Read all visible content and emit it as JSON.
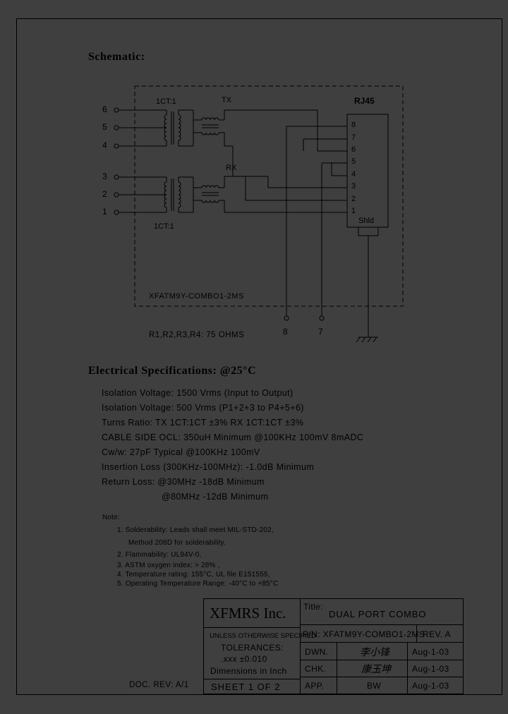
{
  "schematic": {
    "title": "Schematic:",
    "left_pins_top": [
      "6",
      "5",
      "4"
    ],
    "left_pins_bottom": [
      "3",
      "2",
      "1"
    ],
    "ratio_top": "1CT:1",
    "ratio_bottom": "1CT:1",
    "tx_label": "TX",
    "rx_label": "RX",
    "connector_label": "RJ45",
    "connector_pins": [
      "8",
      "7",
      "6",
      "5",
      "4",
      "3",
      "2",
      "1"
    ],
    "shield_label": "Shld",
    "part_label": "XFATM9Y-COMBO1-2MS",
    "bottom_pins": [
      "8",
      "7"
    ],
    "resistors_note": "R1,R2,R3,R4: 75 OHMS"
  },
  "electrical": {
    "title": "Electrical   Specifications: @25°C",
    "lines": [
      "Isolation Voltage:  1500 Vrms (Input to Output)",
      "Isolation Voltage:  500 Vrms (P1+2+3 to P4+5+6)",
      "Turns Ratio: TX 1CT:1CT ±3% RX 1CT:1CT ±3%",
      "CABLE SIDE OCL: 350uH Minimum @100KHz 100mV 8mADC",
      "Cw/w: 27pF Typical @100KHz 100mV",
      "Insertion Loss (300KHz-100MHz): -1.0dB Minimum",
      "Return Loss: @30MHz   -18dB Minimum",
      "@80MHz   -12dB Minimum"
    ]
  },
  "notes": {
    "title": "Note:",
    "items": [
      "1. Solderability: Leads shall meet MIL-STD-202,",
      "Method 208D for solderability.",
      "2. Flammability: UL94V-0,",
      "3. ASTM oxygen index: > 28% ,",
      "4. Temperature rating: 155°C, UL file E151555,",
      "5. Operating Temperature Range: -40°C to +85°C"
    ]
  },
  "title_block": {
    "company": "XFMRS Inc.",
    "title_label": "Title:",
    "title_value": "DUAL PORT COMBO",
    "unless": "UNLESS OTHERWISE SPECIFIED",
    "tolerances": "TOLERANCES:",
    "tol_value": ".xxx ±0.010",
    "dimensions": "Dimensions in Inch",
    "sheet": "SHEET 1 OF 2",
    "pn": "P/N: XFATM9Y-COMBO1-2MS",
    "rev": "REV. A",
    "dwn_label": "DWN.",
    "dwn_sig": "李小锋",
    "dwn_date": "Aug-1-03",
    "chk_label": "CHK.",
    "chk_sig": "康玉坤",
    "chk_date": "Aug-1-03",
    "app_label": "APP.",
    "app_value": "BW",
    "app_date": "Aug-1-03",
    "doc_rev": "DOC. REV: A/1"
  }
}
